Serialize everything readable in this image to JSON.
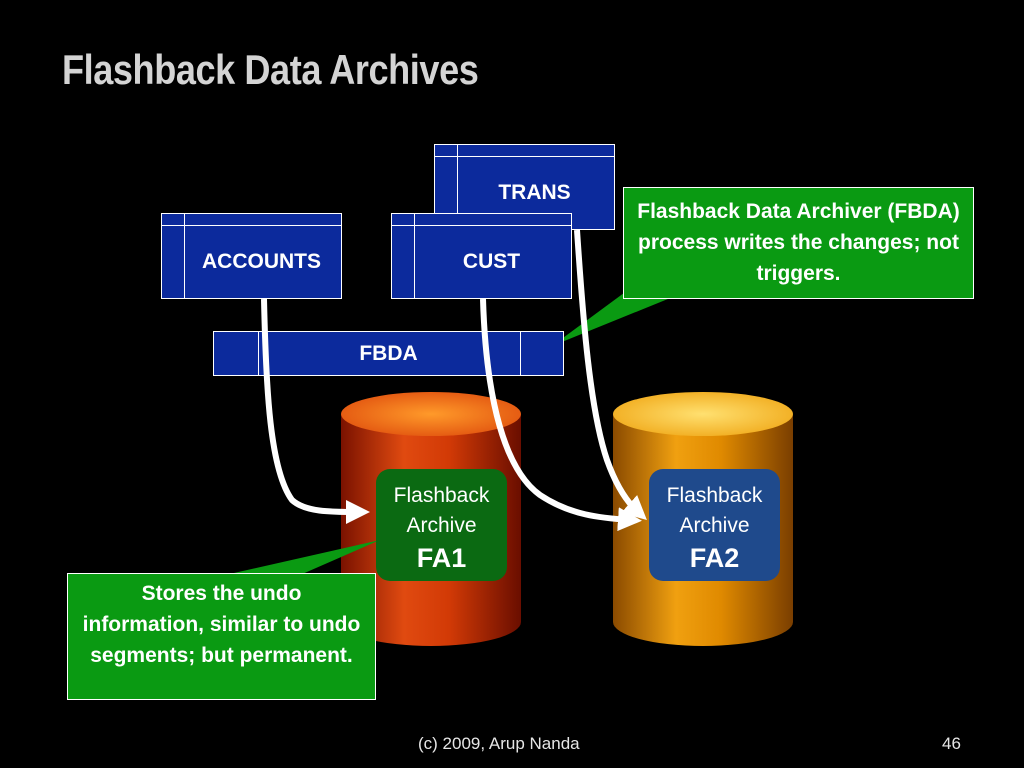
{
  "slide": {
    "title": "Flashback Data Archives",
    "footer": "(c) 2009, Arup Nanda",
    "page_number": "46"
  },
  "tables": {
    "trans": "TRANS",
    "accounts": "ACCOUNTS",
    "cust": "CUST",
    "fbda": "FBDA"
  },
  "archives": {
    "fa1": {
      "line1": "Flashback",
      "line2": "Archive",
      "code": "FA1"
    },
    "fa2": {
      "line1": "Flashback",
      "line2": "Archive",
      "code": "FA2"
    }
  },
  "callouts": {
    "fbda_process": "Flashback Data Archiver (FBDA) process writes the changes; not triggers.",
    "stores_undo": "Stores the undo information, similar to undo segments; but permanent."
  },
  "colors": {
    "background": "#000000",
    "table_fill": "#0c2a9c",
    "callout_green": "#0a9a12",
    "fa1_box": "#0b6a12",
    "fa2_box": "#1f4a8c",
    "cylinder_red": "#d43a08",
    "cylinder_orange": "#e08a00"
  }
}
